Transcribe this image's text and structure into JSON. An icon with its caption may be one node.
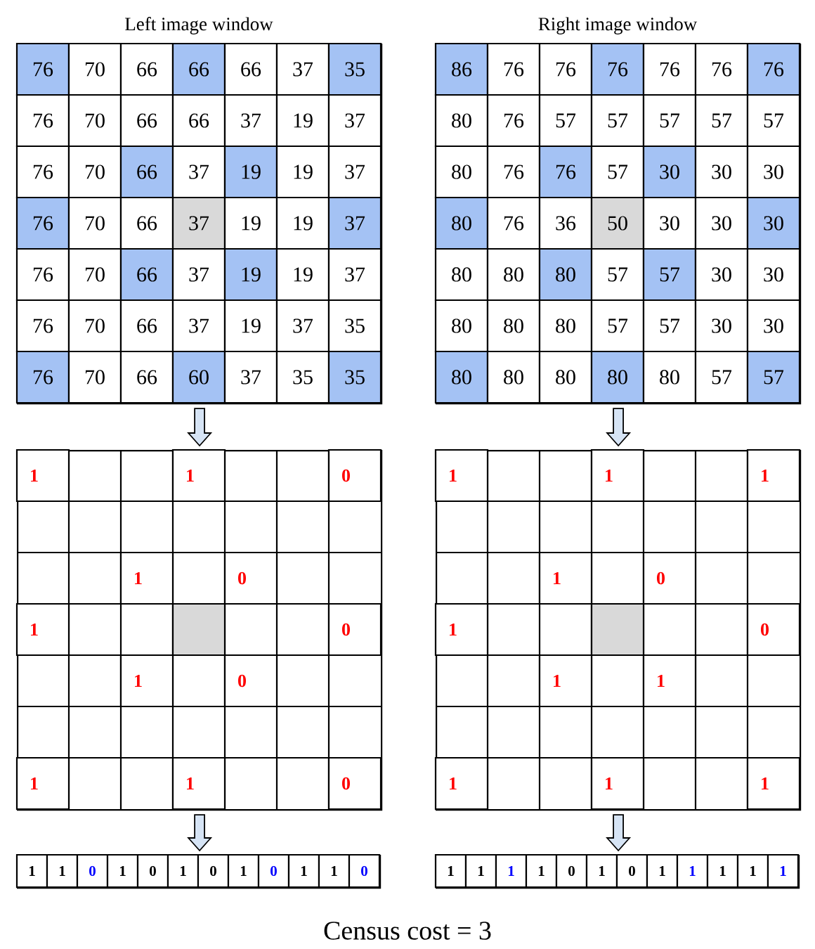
{
  "diagram": {
    "caption": "Census cost = 3",
    "nodes": [
      {
        "text": [
          "Left image window",
          "76",
          "70",
          "66",
          "66",
          "66",
          "37",
          "35",
          "76",
          "70",
          "66",
          "66",
          "37",
          "19",
          "37",
          "76",
          "70",
          "66",
          "37",
          "19",
          "19",
          "37",
          "76",
          "70",
          "66",
          "37",
          "19",
          "19",
          "37",
          "76",
          "70",
          "66",
          "37",
          "19",
          "19",
          "37",
          "76",
          "70",
          "66",
          "37",
          "19",
          "37",
          "35",
          "76",
          "70",
          "66",
          "60",
          "37",
          "35",
          "35"
        ]
      },
      {
        "text": [
          "Right image window",
          "86",
          "76",
          "76",
          "76",
          "76",
          "76",
          "76",
          "80",
          "76",
          "57",
          "57",
          "57",
          "57",
          "57",
          "80",
          "76",
          "76",
          "57",
          "30",
          "30",
          "30",
          "80",
          "76",
          "36",
          "50",
          "30",
          "30",
          "30",
          "80",
          "80",
          "80",
          "57",
          "57",
          "30",
          "30",
          "80",
          "80",
          "80",
          "57",
          "57",
          "30",
          "30",
          "80",
          "80",
          "80",
          "80",
          "80",
          "57",
          "57"
        ]
      },
      {
        "text": [
          "1",
          "1",
          "0",
          "1",
          "0",
          "1",
          "0",
          "1",
          "0",
          "1",
          "1",
          "0"
        ]
      },
      {
        "text": [
          "1",
          "1",
          "1",
          "1",
          "0",
          "1",
          "0",
          "1",
          "1",
          "1",
          "1",
          "1"
        ]
      },
      {
        "text": [
          "1",
          "1",
          "0",
          "1",
          "0",
          "1",
          "0",
          "1",
          "0",
          "1",
          "1",
          "0"
        ]
      },
      {
        "text": [
          "1",
          "1",
          "1",
          "1",
          "0",
          "1",
          "0",
          "1",
          "1",
          "1",
          "1",
          "1"
        ]
      }
    ],
    "edges": [
      {
        "from": 0,
        "to": 2,
        "arrow": "to"
      },
      {
        "from": 1,
        "to": 3,
        "arrow": "to"
      },
      {
        "from": 2,
        "to": 4,
        "arrow": "to"
      },
      {
        "from": 3,
        "to": 5,
        "arrow": "to"
      }
    ]
  }
}
